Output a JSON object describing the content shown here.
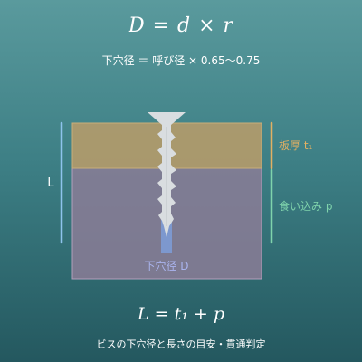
{
  "formula_top": "D = d × r",
  "subformula": "下穴径 ＝ 呼び径 × 0.65〜0.75",
  "labels": {
    "length": "L",
    "thickness": "板厚 t₁",
    "penetration": "食い込み p",
    "pilot_hole": "下穴径 D"
  },
  "formula_bottom": "L = t₁ + p",
  "caption": "ビスの下穴径と長さの目安・貫通判定",
  "colors": {
    "plate": "#b59b6a",
    "base": "#8b7c96",
    "length_line": "#8ec3ec",
    "thickness_line": "#e2b063",
    "penetration_line": "#7fd3ac",
    "screw": "#d9dde0",
    "pilot_hole": "#7d9ed8"
  }
}
